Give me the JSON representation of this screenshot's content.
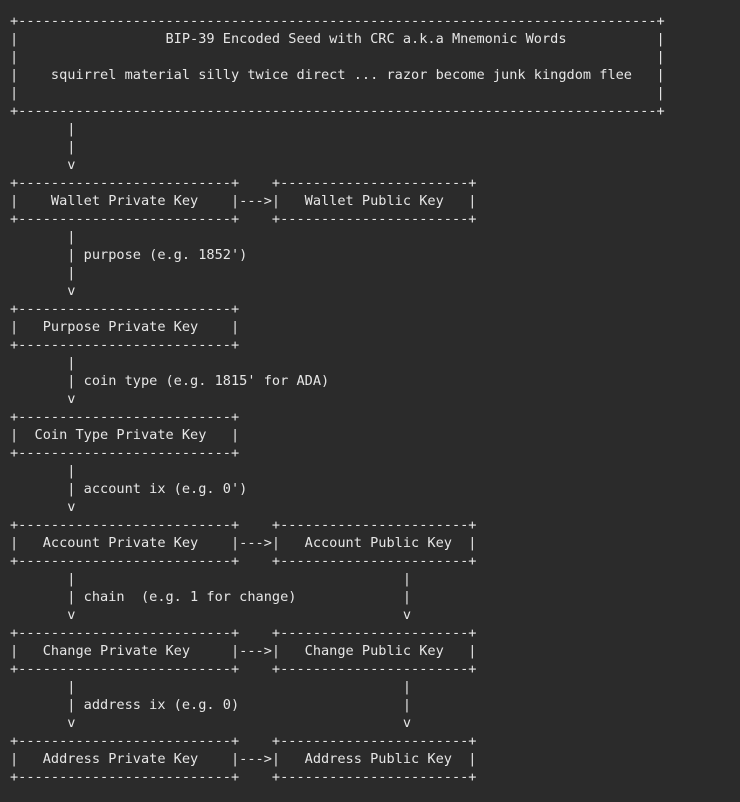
{
  "lines": [
    "+------------------------------------------------------------------------------+",
    "|                  BIP-39 Encoded Seed with CRC a.k.a Mnemonic Words           |",
    "|                                                                              |",
    "|    squirrel material silly twice direct ... razor become junk kingdom flee   |",
    "|                                                                              |",
    "+------------------------------------------------------------------------------+",
    "       |",
    "       |",
    "       v",
    "+--------------------------+    +-----------------------+",
    "|    Wallet Private Key    |--->|   Wallet Public Key   |",
    "+--------------------------+    +-----------------------+",
    "       |",
    "       | purpose (e.g. 1852')",
    "       |",
    "       v",
    "+--------------------------+",
    "|   Purpose Private Key    |",
    "+--------------------------+",
    "       |",
    "       | coin type (e.g. 1815' for ADA)",
    "       v",
    "+--------------------------+",
    "|  Coin Type Private Key   |",
    "+--------------------------+",
    "       |",
    "       | account ix (e.g. 0')",
    "       v",
    "+--------------------------+    +-----------------------+",
    "|   Account Private Key    |--->|   Account Public Key  |",
    "+--------------------------+    +-----------------------+",
    "       |                                        |",
    "       | chain  (e.g. 1 for change)             |",
    "       v                                        v",
    "+--------------------------+    +-----------------------+",
    "|   Change Private Key     |--->|   Change Public Key   |",
    "+--------------------------+    +-----------------------+",
    "       |                                        |",
    "       | address ix (e.g. 0)                    |",
    "       v                                        v",
    "+--------------------------+    +-----------------------+",
    "|   Address Private Key    |--->|   Address Public Key  |",
    "+--------------------------+    +-----------------------+"
  ]
}
